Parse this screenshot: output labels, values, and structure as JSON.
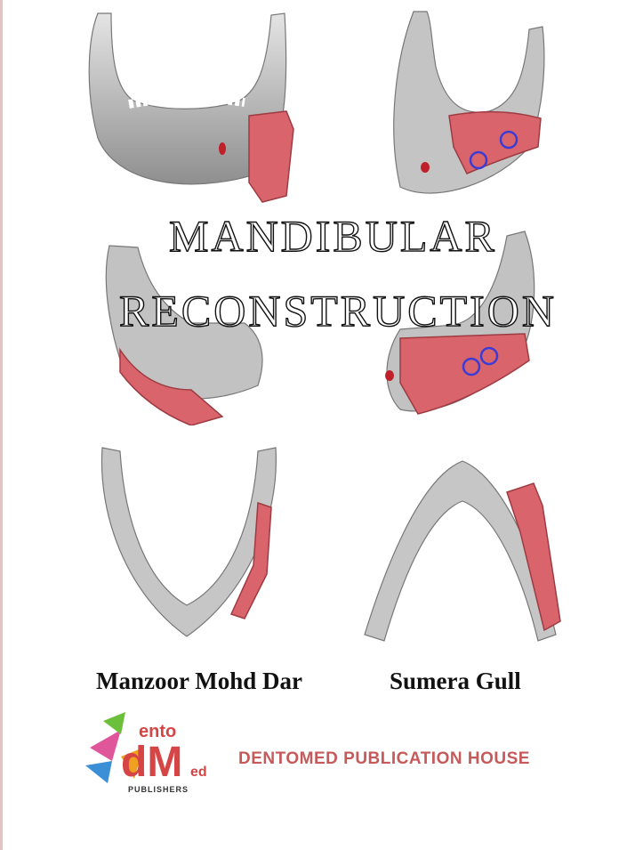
{
  "cover": {
    "title_line1": "MANDIBULAR",
    "title_line2": "RECONSTRUCTION",
    "authors": [
      "Manzoor Mohd Dar",
      "Sumera Gull"
    ],
    "publisher": "DENTOMED PUBLICATION HOUSE",
    "logo": {
      "lettering": "dento dMed PUBLISHERS"
    },
    "figure_colors": {
      "bone": "#bdbdbd",
      "implant": "#d9646c",
      "screw_ring": "#3b3bd6"
    }
  }
}
